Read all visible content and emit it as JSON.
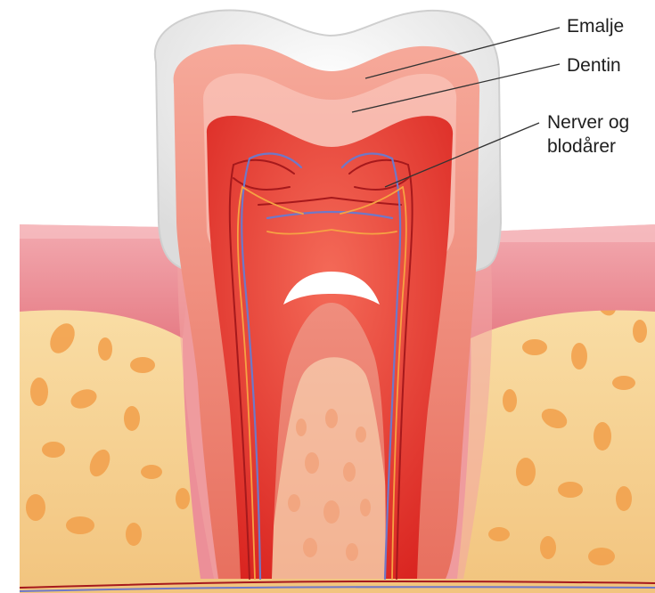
{
  "labels": {
    "enamel": "Emalje",
    "dentin": "Dentin",
    "nerves_line1": "Nerver og",
    "nerves_line2": "blodårer"
  },
  "colors": {
    "enamel": "#f4f4f4",
    "dentin": "#ef8c7c",
    "pulp": "#e6302c",
    "gum": "#ee9aa0",
    "bone": "#f6d39a",
    "bone_pore": "#f2a24e",
    "nerve": "#f6a243",
    "artery": "#a6191c",
    "vein": "#6f78c8"
  }
}
